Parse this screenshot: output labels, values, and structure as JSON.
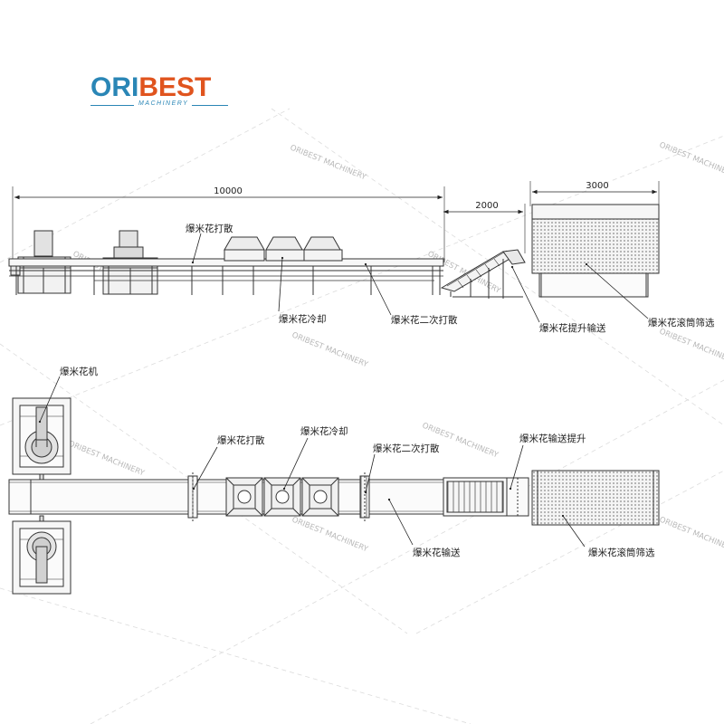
{
  "brand": {
    "logo_ori": "ORI",
    "logo_best": "BEST",
    "logo_sub": "MACHINERY",
    "color_blue": "#2a86b6",
    "color_orange": "#e0541e"
  },
  "watermark": "ORIBEST MACHINERY",
  "dimensions": {
    "length_main": "10000",
    "length_lift": "2000",
    "length_drum": "3000"
  },
  "side_view_labels": {
    "scatter": "爆米花打散",
    "cooling": "爆米花冷却",
    "second_scatter": "爆米花二次打散",
    "lift_conveyor": "爆米花提升输送",
    "drum_screen": "爆米花滚筒筛选"
  },
  "top_view_labels": {
    "popcorn_machine": "爆米花机",
    "scatter": "爆米花打散",
    "cooling": "爆米花冷却",
    "second_scatter": "爆米花二次打散",
    "conveyor_lift": "爆米花输送提升",
    "conveyor": "爆米花输送",
    "drum_screen": "爆米花滚筒筛选"
  }
}
